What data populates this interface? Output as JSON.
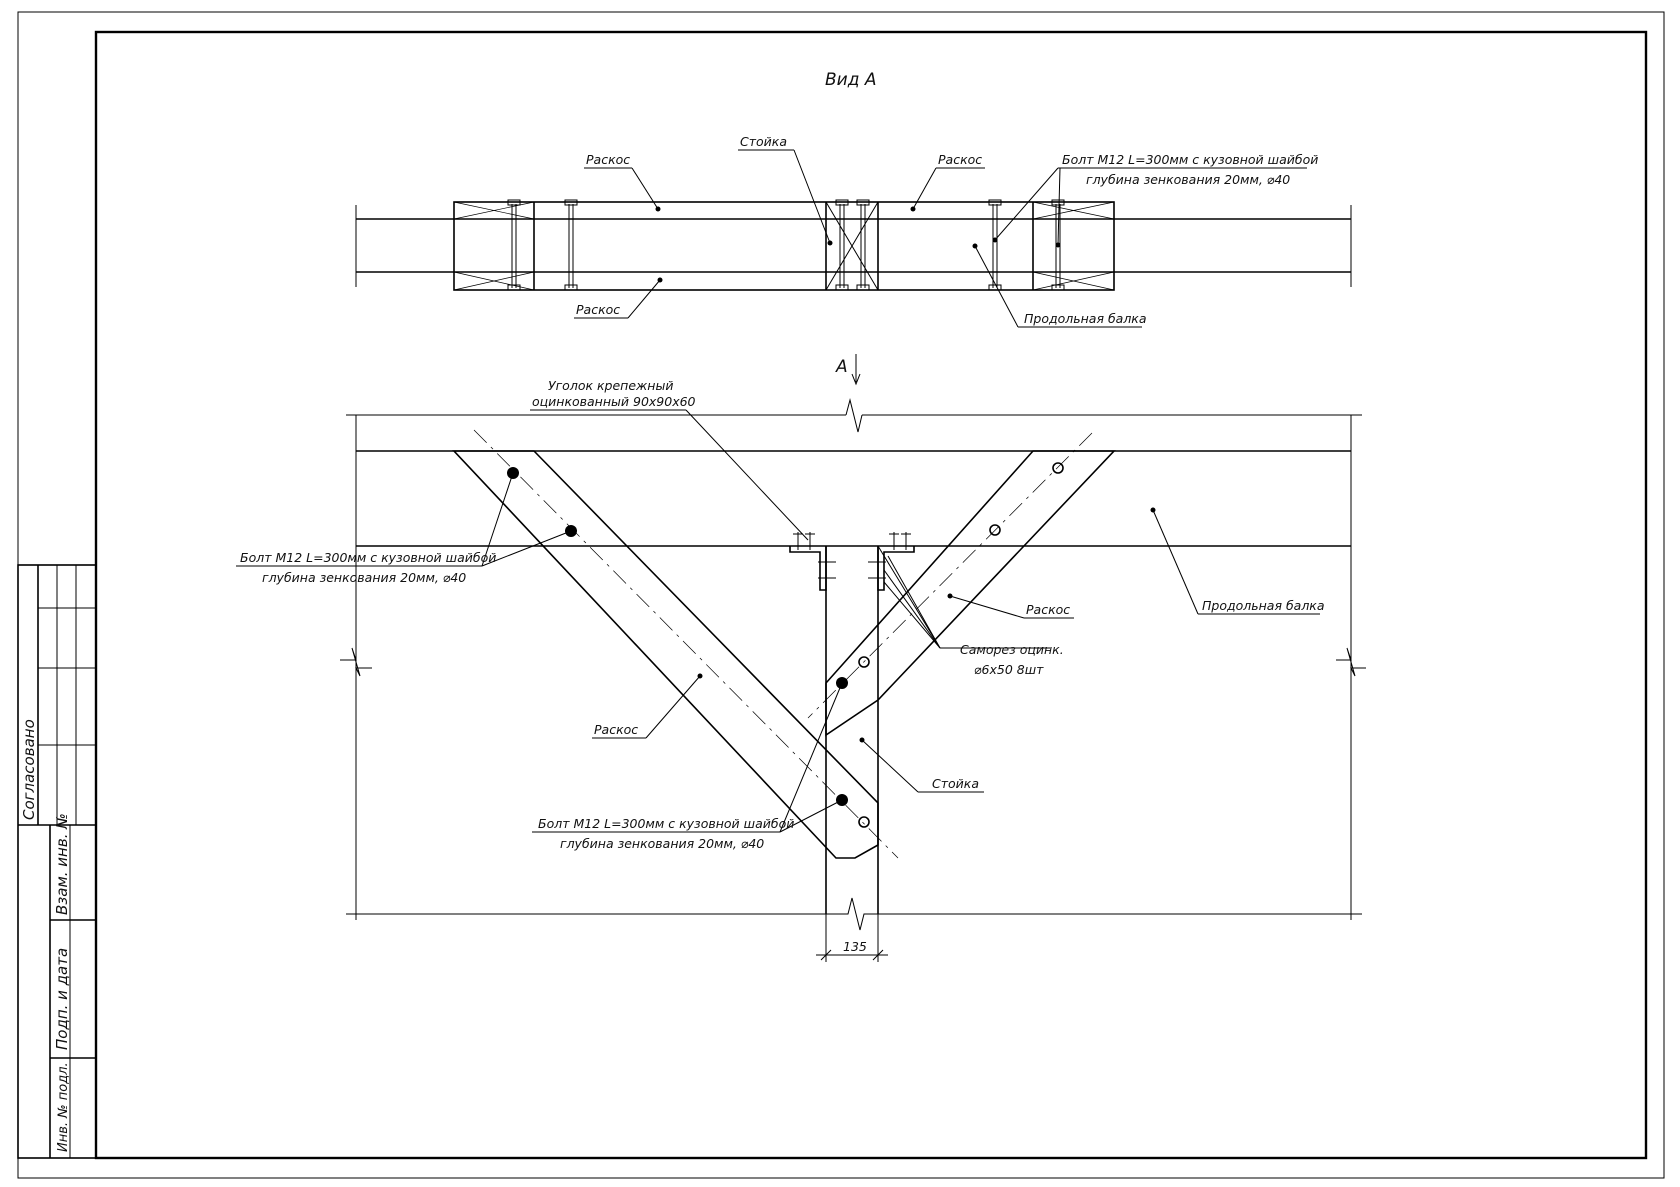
{
  "view_title": "Вид А",
  "section_mark": "А",
  "plan_view": {
    "label_stoyka": "Стойка",
    "label_raskos_top_left": "Раскос",
    "label_raskos_top_right": "Раскос",
    "label_raskos_bottom": "Раскос",
    "label_prodolnaya_balka": "Продольная балка",
    "label_bolt_line1": "Болт М12 L=300мм с кузовной шайбой",
    "label_bolt_line2": "глубина зенкования 20мм, ⌀40"
  },
  "elevation": {
    "ugolok_line1": "Уголок крепежный",
    "ugolok_line2": "оцинкованный 90х90х60",
    "bolt_left_line1": "Болт М12 L=300мм с кузовной шайбой",
    "bolt_left_line2": "глубина зенкования 20мм, ⌀40",
    "bolt_bottom_line1": "Болт М12 L=300мм с кузовной шайбой",
    "bolt_bottom_line2": "глубина зенкования 20мм, ⌀40",
    "label_raskos_right": "Раскос",
    "label_raskos_left": "Раскос",
    "label_prodolnaya_balka": "Продольная балка",
    "samorez_line1": "Саморез оцинк.",
    "samorez_line2": "⌀6х50 8шт",
    "label_stoyka": "Стойка",
    "dimension_135": "135"
  },
  "stamp": {
    "soglasovano": "Согласовано",
    "vzam_inv": "Взам. инв. №",
    "podp_data": "Подп. и дата",
    "inv_podl": "Инв. № подл."
  }
}
